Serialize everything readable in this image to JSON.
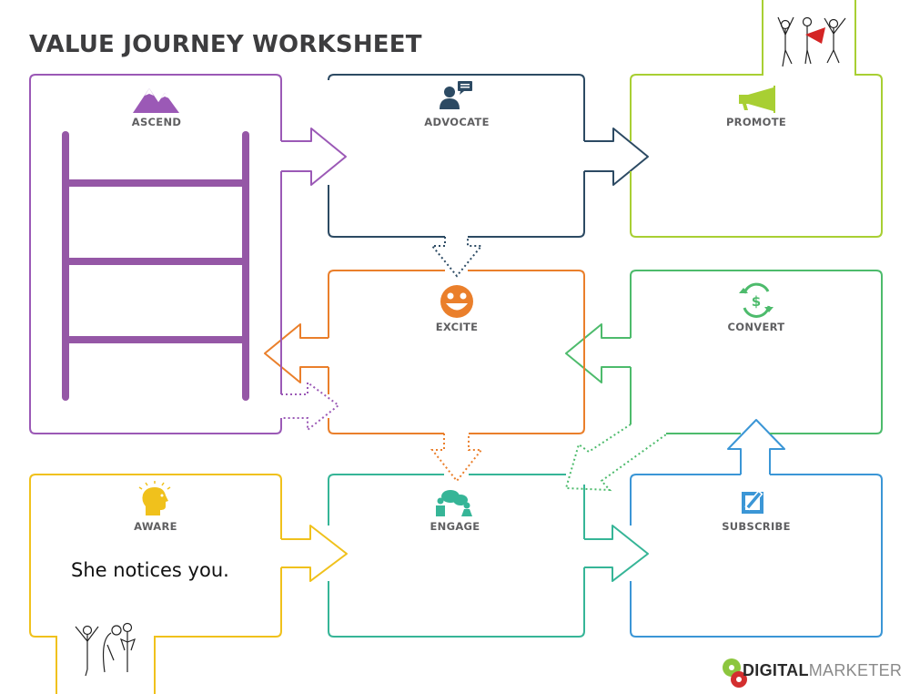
{
  "title": "VALUE JOURNEY WORKSHEET",
  "colors": {
    "ascend": "#9b59b6",
    "advocate": "#2c4a63",
    "promote": "#a8cf33",
    "excite": "#ea7f2b",
    "convert": "#4dbb6c",
    "aware": "#f0c11c",
    "engage": "#36b597",
    "subscribe": "#3b96d6",
    "label": "#5f5f61",
    "title": "#3d3d3f"
  },
  "stages": {
    "ascend": {
      "label": "ASCEND",
      "icon": "mountains-icon"
    },
    "advocate": {
      "label": "ADVOCATE",
      "icon": "person-speech-icon"
    },
    "promote": {
      "label": "PROMOTE",
      "icon": "megaphone-icon"
    },
    "excite": {
      "label": "EXCITE",
      "icon": "smiley-icon"
    },
    "convert": {
      "label": "CONVERT",
      "icon": "dollar-cycle-icon"
    },
    "aware": {
      "label": "AWARE",
      "icon": "head-idea-icon",
      "note": "She notices you."
    },
    "engage": {
      "label": "ENGAGE",
      "icon": "conversation-icon"
    },
    "subscribe": {
      "label": "SUBSCRIBE",
      "icon": "edit-square-icon"
    }
  },
  "logo": {
    "strong": "DIGITAL",
    "light": "MARKETER"
  }
}
